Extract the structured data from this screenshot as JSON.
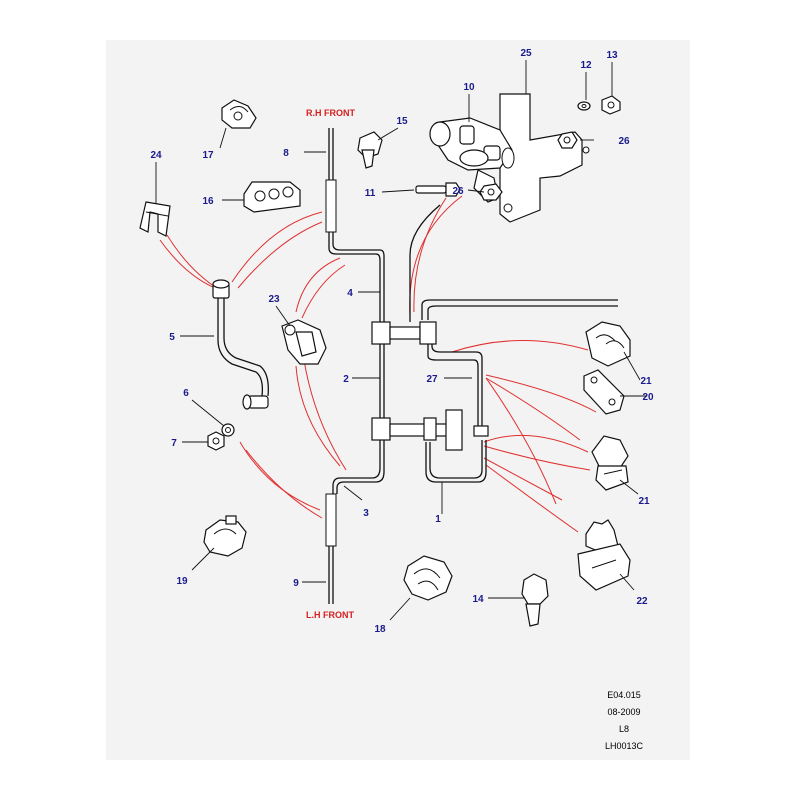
{
  "pipe_labels": {
    "rh_front": "R.H FRONT",
    "lh_front": "L.H FRONT"
  },
  "callouts": {
    "c1": "1",
    "c2": "2",
    "c3": "3",
    "c4": "4",
    "c5": "5",
    "c6": "6",
    "c7": "7",
    "c8": "8",
    "c9": "9",
    "c10": "10",
    "c11": "11",
    "c12": "12",
    "c13": "13",
    "c14": "14",
    "c15": "15",
    "c16": "16",
    "c17": "17",
    "c18": "18",
    "c19": "19",
    "c20": "20",
    "c21a": "21",
    "c21b": "21",
    "c22": "22",
    "c23": "23",
    "c24": "24",
    "c25": "25",
    "c26a": "26",
    "c26b": "26",
    "c27": "27"
  },
  "footer": {
    "ref": "E04.015",
    "date": "08-2009",
    "model": "L8",
    "code": "LH0013C"
  },
  "colors": {
    "callout": "#1a1a8c",
    "highlight": "#e03030",
    "panel": "#f3f3f3"
  }
}
